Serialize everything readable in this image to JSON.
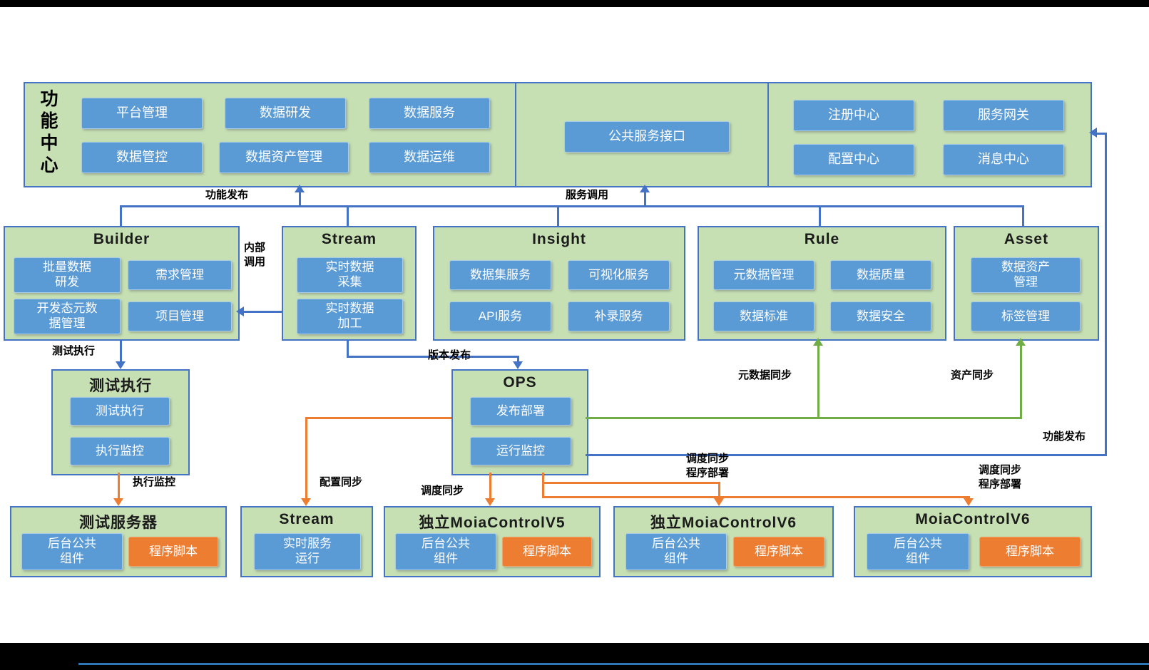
{
  "colors": {
    "box_fill": "#c6e0b4",
    "box_border": "#4472c4",
    "button_blue": "#5b9bd5",
    "button_orange": "#ed7d31",
    "arrow_blue": "#4472c4",
    "arrow_orange": "#ed7d31",
    "arrow_green": "#70ad47"
  },
  "function_center": {
    "title": "功能中心",
    "buttons_left": [
      "平台管理",
      "数据研发",
      "数据服务",
      "数据管控",
      "数据资产管理",
      "数据运维"
    ],
    "button_middle": "公共服务接口",
    "buttons_right": [
      "注册中心",
      "服务网关",
      "配置中心",
      "消息中心"
    ]
  },
  "platform_boxes": {
    "builder": {
      "title": "Builder",
      "buttons": [
        "批量数据\n研发",
        "需求管理",
        "开发态元数\n据管理",
        "项目管理"
      ]
    },
    "stream": {
      "title": "Stream",
      "buttons": [
        "实时数据\n采集",
        "实时数据\n加工"
      ]
    },
    "insight": {
      "title": "Insight",
      "buttons": [
        "数据集服务",
        "可视化服务",
        "API服务",
        "补录服务"
      ]
    },
    "rule": {
      "title": "Rule",
      "buttons": [
        "元数据管理",
        "数据质量",
        "数据标准",
        "数据安全"
      ]
    },
    "asset": {
      "title": "Asset",
      "buttons": [
        "数据资产\n管理",
        "标签管理"
      ]
    }
  },
  "exec_boxes": {
    "test": {
      "title": "测试执行",
      "buttons": [
        "测试执行",
        "执行监控"
      ]
    },
    "ops": {
      "title": "OPS",
      "buttons": [
        "发布部署",
        "运行监控"
      ]
    }
  },
  "runtime_boxes": {
    "test_server": {
      "title": "测试服务器",
      "component": "后台公共\n组件",
      "script": "程序脚本"
    },
    "stream": {
      "title": "Stream",
      "component": "实时服务\n运行"
    },
    "moia_v5": {
      "title": "独立MoiaControlV5",
      "component": "后台公共\n组件",
      "script": "程序脚本"
    },
    "moia_v6_standalone": {
      "title": "独立MoiaControlV6",
      "component": "后台公共\n组件",
      "script": "程序脚本"
    },
    "moia_v6": {
      "title": "MoiaControlV6",
      "component": "后台公共\n组件",
      "script": "程序脚本"
    }
  },
  "labels": {
    "function_publish_top": "功能发布",
    "service_call": "服务调用",
    "internal_call": "内部\n调用",
    "test_exec": "测试执行",
    "version_release": "版本发布",
    "metadata_sync": "元数据同步",
    "asset_sync": "资产同步",
    "function_publish_right": "功能发布",
    "exec_monitor": "执行监控",
    "config_sync": "配置同步",
    "schedule_sync": "调度同步",
    "schedule_deploy_1": "调度同步\n程序部署",
    "schedule_deploy_2": "调度同步\n程序部署"
  }
}
